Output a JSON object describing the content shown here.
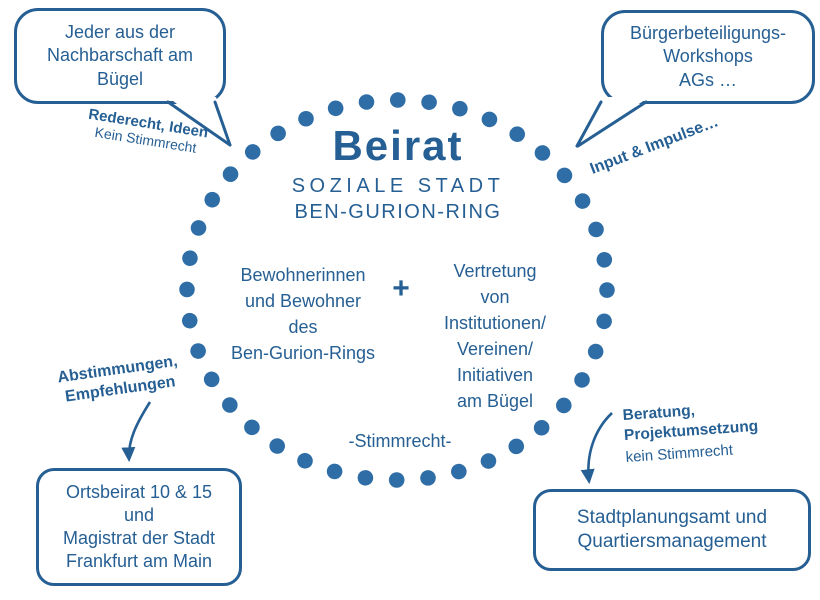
{
  "colors": {
    "blue": "#265f93",
    "dot": "#2f6da6"
  },
  "circle": {
    "title": "Beirat",
    "subtitle1": "SOZIALE STADT",
    "subtitle2": "BEN-GURION-RING",
    "residents": "Bewohnerinnen\nund Bewohner\ndes\nBen-Gurion-Rings",
    "plus": "+",
    "institutions": "Vertretung\nvon\nInstitutionen/\nVereinen/\nInitiativen\nam Bügel",
    "voting": "-Stimmrecht-"
  },
  "bubbles": {
    "nachbarschaft": "Jeder aus der\nNachbarschaft am\nBügel",
    "workshops": "Bürgerbeteiligungs-\nWorkshops\nAGs …",
    "ortsbeirat": "Ortsbeirat 10 & 15\nund\nMagistrat der Stadt\nFrankfurt am Main",
    "stadtplanung": "Stadtplanungsamt und\nQuartiersmanagement"
  },
  "labels": {
    "rederecht_bold": "Rederecht, Ideen",
    "rederecht_normal": "Kein Stimmrecht",
    "input_impulse": "Input & Impulse…",
    "abstimmungen": "Abstimmungen,\nEmpfehlungen",
    "beratung_bold": "Beratung,\nProjektumsetzung",
    "beratung_normal": "kein Stimmrecht"
  }
}
